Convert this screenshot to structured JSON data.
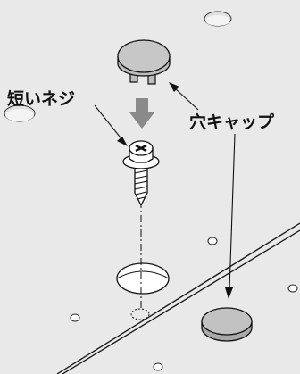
{
  "labels": {
    "short_screw": "短いネジ",
    "hole_cap": "穴キャップ"
  },
  "colors": {
    "background": "#e9e9e9",
    "cap_fill": "#bdbdbd",
    "cap_top": "#c7c7c7",
    "stroke": "#111111"
  },
  "icons": {
    "down_arrow": "gray-down-arrow",
    "screw": "screw-icon",
    "cap": "hole-cap-icon"
  }
}
